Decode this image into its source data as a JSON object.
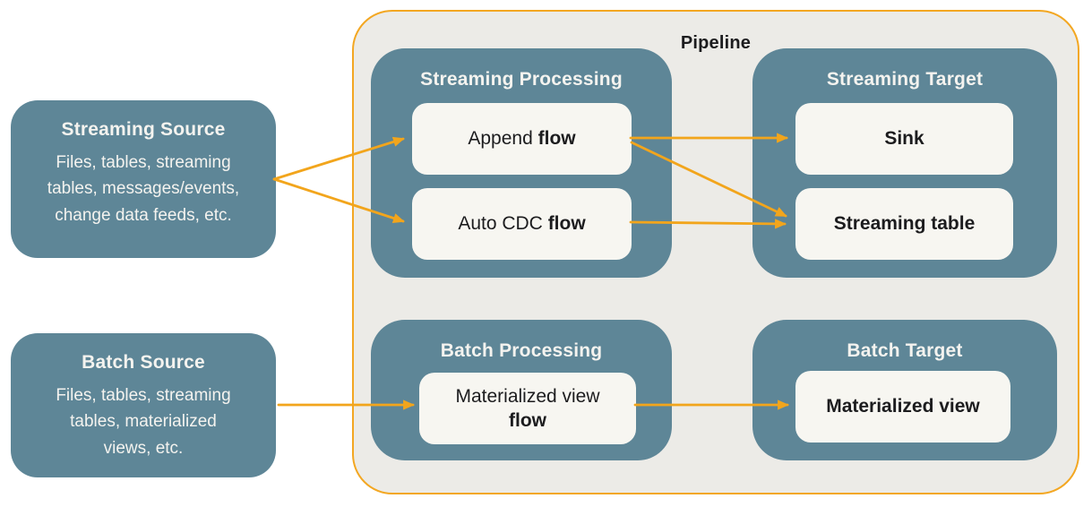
{
  "colors": {
    "canvas_bg": "#ffffff",
    "teal": "#5e8697",
    "pipeline_bg": "#ecebe7",
    "pipeline_border": "#f3a722",
    "card_bg": "#f7f6f1",
    "arrow": "#f2a51c",
    "text_dark": "#1c1c1e",
    "text_light": "#f4f3ef"
  },
  "sources": {
    "streaming": {
      "title": "Streaming Source",
      "description": "Files, tables, streaming tables, messages/events, change data feeds, etc."
    },
    "batch": {
      "title": "Batch Source",
      "description": "Files, tables, streaming tables, materialized views, etc."
    }
  },
  "pipeline": {
    "title": "Pipeline",
    "groups": {
      "streaming_processing": {
        "title": "Streaming Processing",
        "nodes": {
          "append_flow": {
            "text": "Append ",
            "bold": "flow"
          },
          "auto_cdc_flow": {
            "text": "Auto CDC ",
            "bold": "flow"
          }
        }
      },
      "streaming_target": {
        "title": "Streaming Target",
        "nodes": {
          "sink": {
            "bold": "Sink"
          },
          "streaming_table": {
            "bold": "Streaming table"
          }
        }
      },
      "batch_processing": {
        "title": "Batch Processing",
        "nodes": {
          "materialized_view_flow": {
            "text": "Materialized view",
            "bold": "flow"
          }
        }
      },
      "batch_target": {
        "title": "Batch Target",
        "nodes": {
          "materialized_view": {
            "bold": "Materialized view"
          }
        }
      }
    }
  }
}
